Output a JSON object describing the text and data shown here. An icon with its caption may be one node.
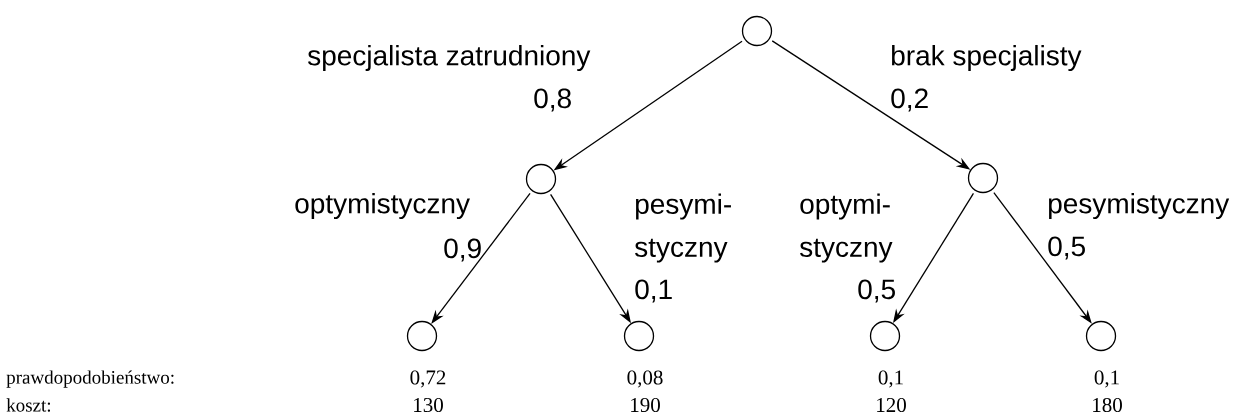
{
  "diagram": {
    "nodes": [
      {
        "text": [],
        "shape": "circle"
      },
      {
        "text": [],
        "shape": "circle"
      },
      {
        "text": [],
        "shape": "circle"
      },
      {
        "text": [],
        "shape": "circle",
        "beside": [
          "0,72",
          "130"
        ]
      },
      {
        "text": [],
        "shape": "circle",
        "beside": [
          "0,08",
          "190"
        ]
      },
      {
        "text": [],
        "shape": "circle",
        "beside": [
          "0,1",
          "120"
        ]
      },
      {
        "text": [],
        "shape": "circle",
        "beside": [
          "0,1",
          "180"
        ]
      }
    ],
    "edges": [
      {
        "from": 0,
        "to": 1,
        "arrow": "to",
        "label": "specjalista zatrudniony"
      },
      {
        "from": 0,
        "to": 2,
        "arrow": "to",
        "label": "brak specjalisty"
      },
      {
        "from": 1,
        "to": 3,
        "arrow": "to",
        "label": "optymistyczny"
      },
      {
        "from": 1,
        "to": 4,
        "arrow": "to",
        "label": "pesymi- styczny"
      },
      {
        "from": 2,
        "to": 5,
        "arrow": "to",
        "label": "optymi- styczny"
      },
      {
        "from": 2,
        "to": 6,
        "arrow": "to",
        "label": "pesymistyczny"
      }
    ],
    "labels": [
      "0,8",
      "0,2",
      "0,9",
      "0,1",
      "0,5",
      "0,5",
      "prawdopodobieństwo:",
      "koszt:"
    ]
  }
}
